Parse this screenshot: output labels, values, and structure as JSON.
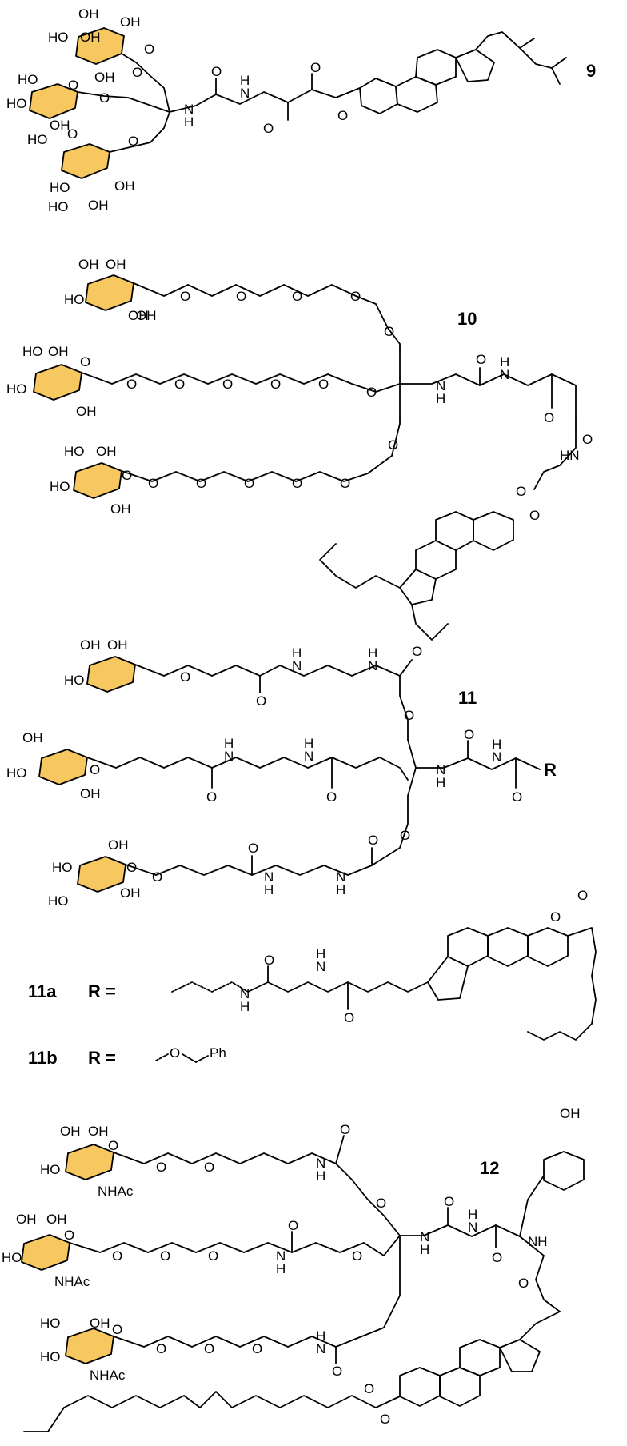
{
  "compounds": [
    {
      "number": "9",
      "groups": [
        "OH",
        "HO",
        "OH",
        "OH",
        "HO",
        "HO",
        "O",
        "O",
        "O",
        "OH",
        "OH",
        "O",
        "HO",
        "O",
        "O",
        "H",
        "N",
        "O",
        "N",
        "H",
        "O",
        "O",
        "O",
        "OH",
        "HO",
        "OH",
        "HO"
      ]
    },
    {
      "number": "10",
      "groups": [
        "OH",
        "OH",
        "HO",
        "OH",
        "O",
        "O",
        "O",
        "O",
        "O",
        "HO",
        "OH",
        "OH",
        "HO",
        "O",
        "O",
        "O",
        "O",
        "O",
        "O",
        "O",
        "OH",
        "O",
        "N",
        "H",
        "O",
        "N",
        "H",
        "O",
        "HN",
        "O",
        "O",
        "O",
        "HO",
        "OH",
        "HO",
        "O",
        "O",
        "O",
        "O",
        "O",
        "O",
        "OH"
      ]
    },
    {
      "number": "11",
      "groups": [
        "OH",
        "OH",
        "HO",
        "O",
        "O",
        "H",
        "N",
        "N",
        "H",
        "O",
        "OH",
        "HO",
        "OH",
        "O",
        "H",
        "O",
        "N",
        "N",
        "H",
        "O",
        "O",
        "N",
        "H",
        "N",
        "H",
        "O",
        "R",
        "O",
        "HO",
        "OH",
        "O",
        "O",
        "N",
        "H",
        "N",
        "H",
        "O",
        "HO",
        "OH",
        "O",
        "O"
      ]
    },
    {
      "number": "12",
      "groups": [
        "OH",
        "OH",
        "HO",
        "O",
        "NHAc",
        "O",
        "O",
        "O",
        "N",
        "H",
        "OH",
        "OH",
        "OH",
        "HO",
        "O",
        "NHAc",
        "O",
        "O",
        "O",
        "N",
        "H",
        "O",
        "O",
        "O",
        "N",
        "H",
        "N",
        "H",
        "O",
        "NH",
        "O",
        "O",
        "HO",
        "OH",
        "HO",
        "O",
        "NHAc",
        "O",
        "O",
        "O",
        "N",
        "H",
        "O",
        "O",
        "O"
      ]
    }
  ],
  "substituents": [
    {
      "label": "11a",
      "r_label": "R =",
      "groups": [
        "N",
        "H",
        "O",
        "N",
        "H",
        "O",
        "O",
        "O"
      ]
    },
    {
      "label": "11b",
      "r_label": "R =",
      "groups": [
        "O",
        "Ph"
      ]
    }
  ]
}
